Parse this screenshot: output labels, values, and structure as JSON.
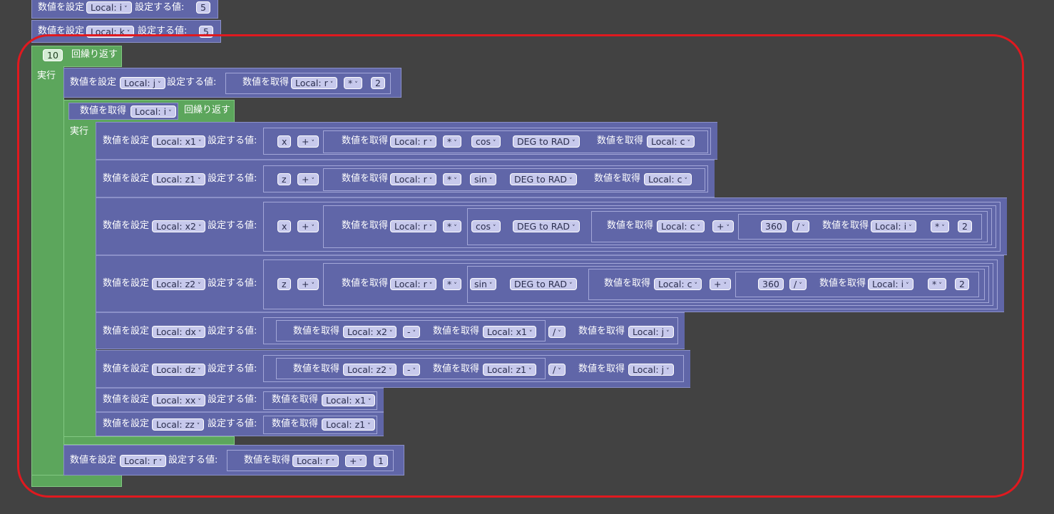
{
  "labels": {
    "set": "数値を設定",
    "get": "数値を取得",
    "to": "設定する値:",
    "repeat": "回繰り返す",
    "do": "実行"
  },
  "vars": {
    "i": "Local: i",
    "k": "Local: k",
    "j": "Local: j",
    "r": "Local: r",
    "c": "Local: c",
    "x1": "Local: x1",
    "z1": "Local: z1",
    "x2": "Local: x2",
    "z2": "Local: z2",
    "dx": "Local: dx",
    "dz": "Local: dz",
    "xx": "Local: xx",
    "zz": "Local: zz"
  },
  "ops": {
    "mul": "*",
    "add": "+",
    "sub": "-",
    "div": "/"
  },
  "funcs": {
    "cos": "cos",
    "sin": "sin",
    "deg": "DEG to RAD"
  },
  "letters": {
    "x": "x",
    "z": "z"
  },
  "nums": {
    "five": "5",
    "ten": "10",
    "two": "2",
    "three60": "360",
    "one": "1"
  },
  "dropdown_arrow": "˅"
}
